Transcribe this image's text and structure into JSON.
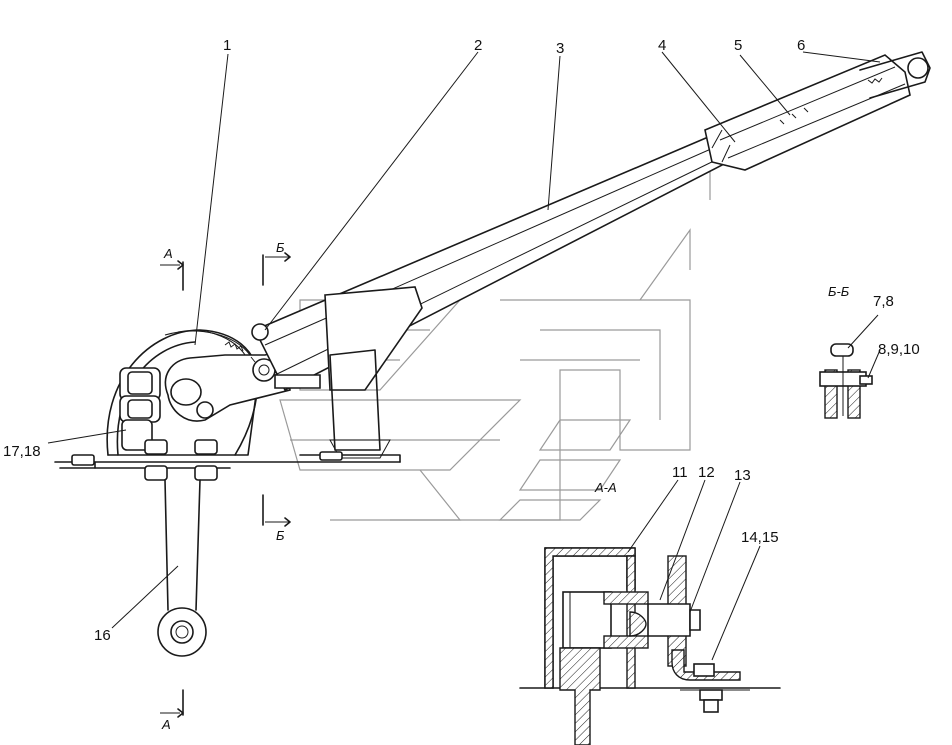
{
  "callouts": {
    "c1": "1",
    "c2": "2",
    "c3": "3",
    "c4": "4",
    "c5": "5",
    "c6": "6",
    "c78": "7,8",
    "c8910": "8,9,10",
    "c11": "11",
    "c12": "12",
    "c13": "13",
    "c1415": "14,15",
    "c16": "16",
    "c1718": "17,18"
  },
  "section_marks": {
    "a_top": "А",
    "a_bottom": "А",
    "b_top": "Б",
    "b_bottom": "Б"
  },
  "view_titles": {
    "section_bb": "Б-Б",
    "section_aa": "А-А"
  }
}
